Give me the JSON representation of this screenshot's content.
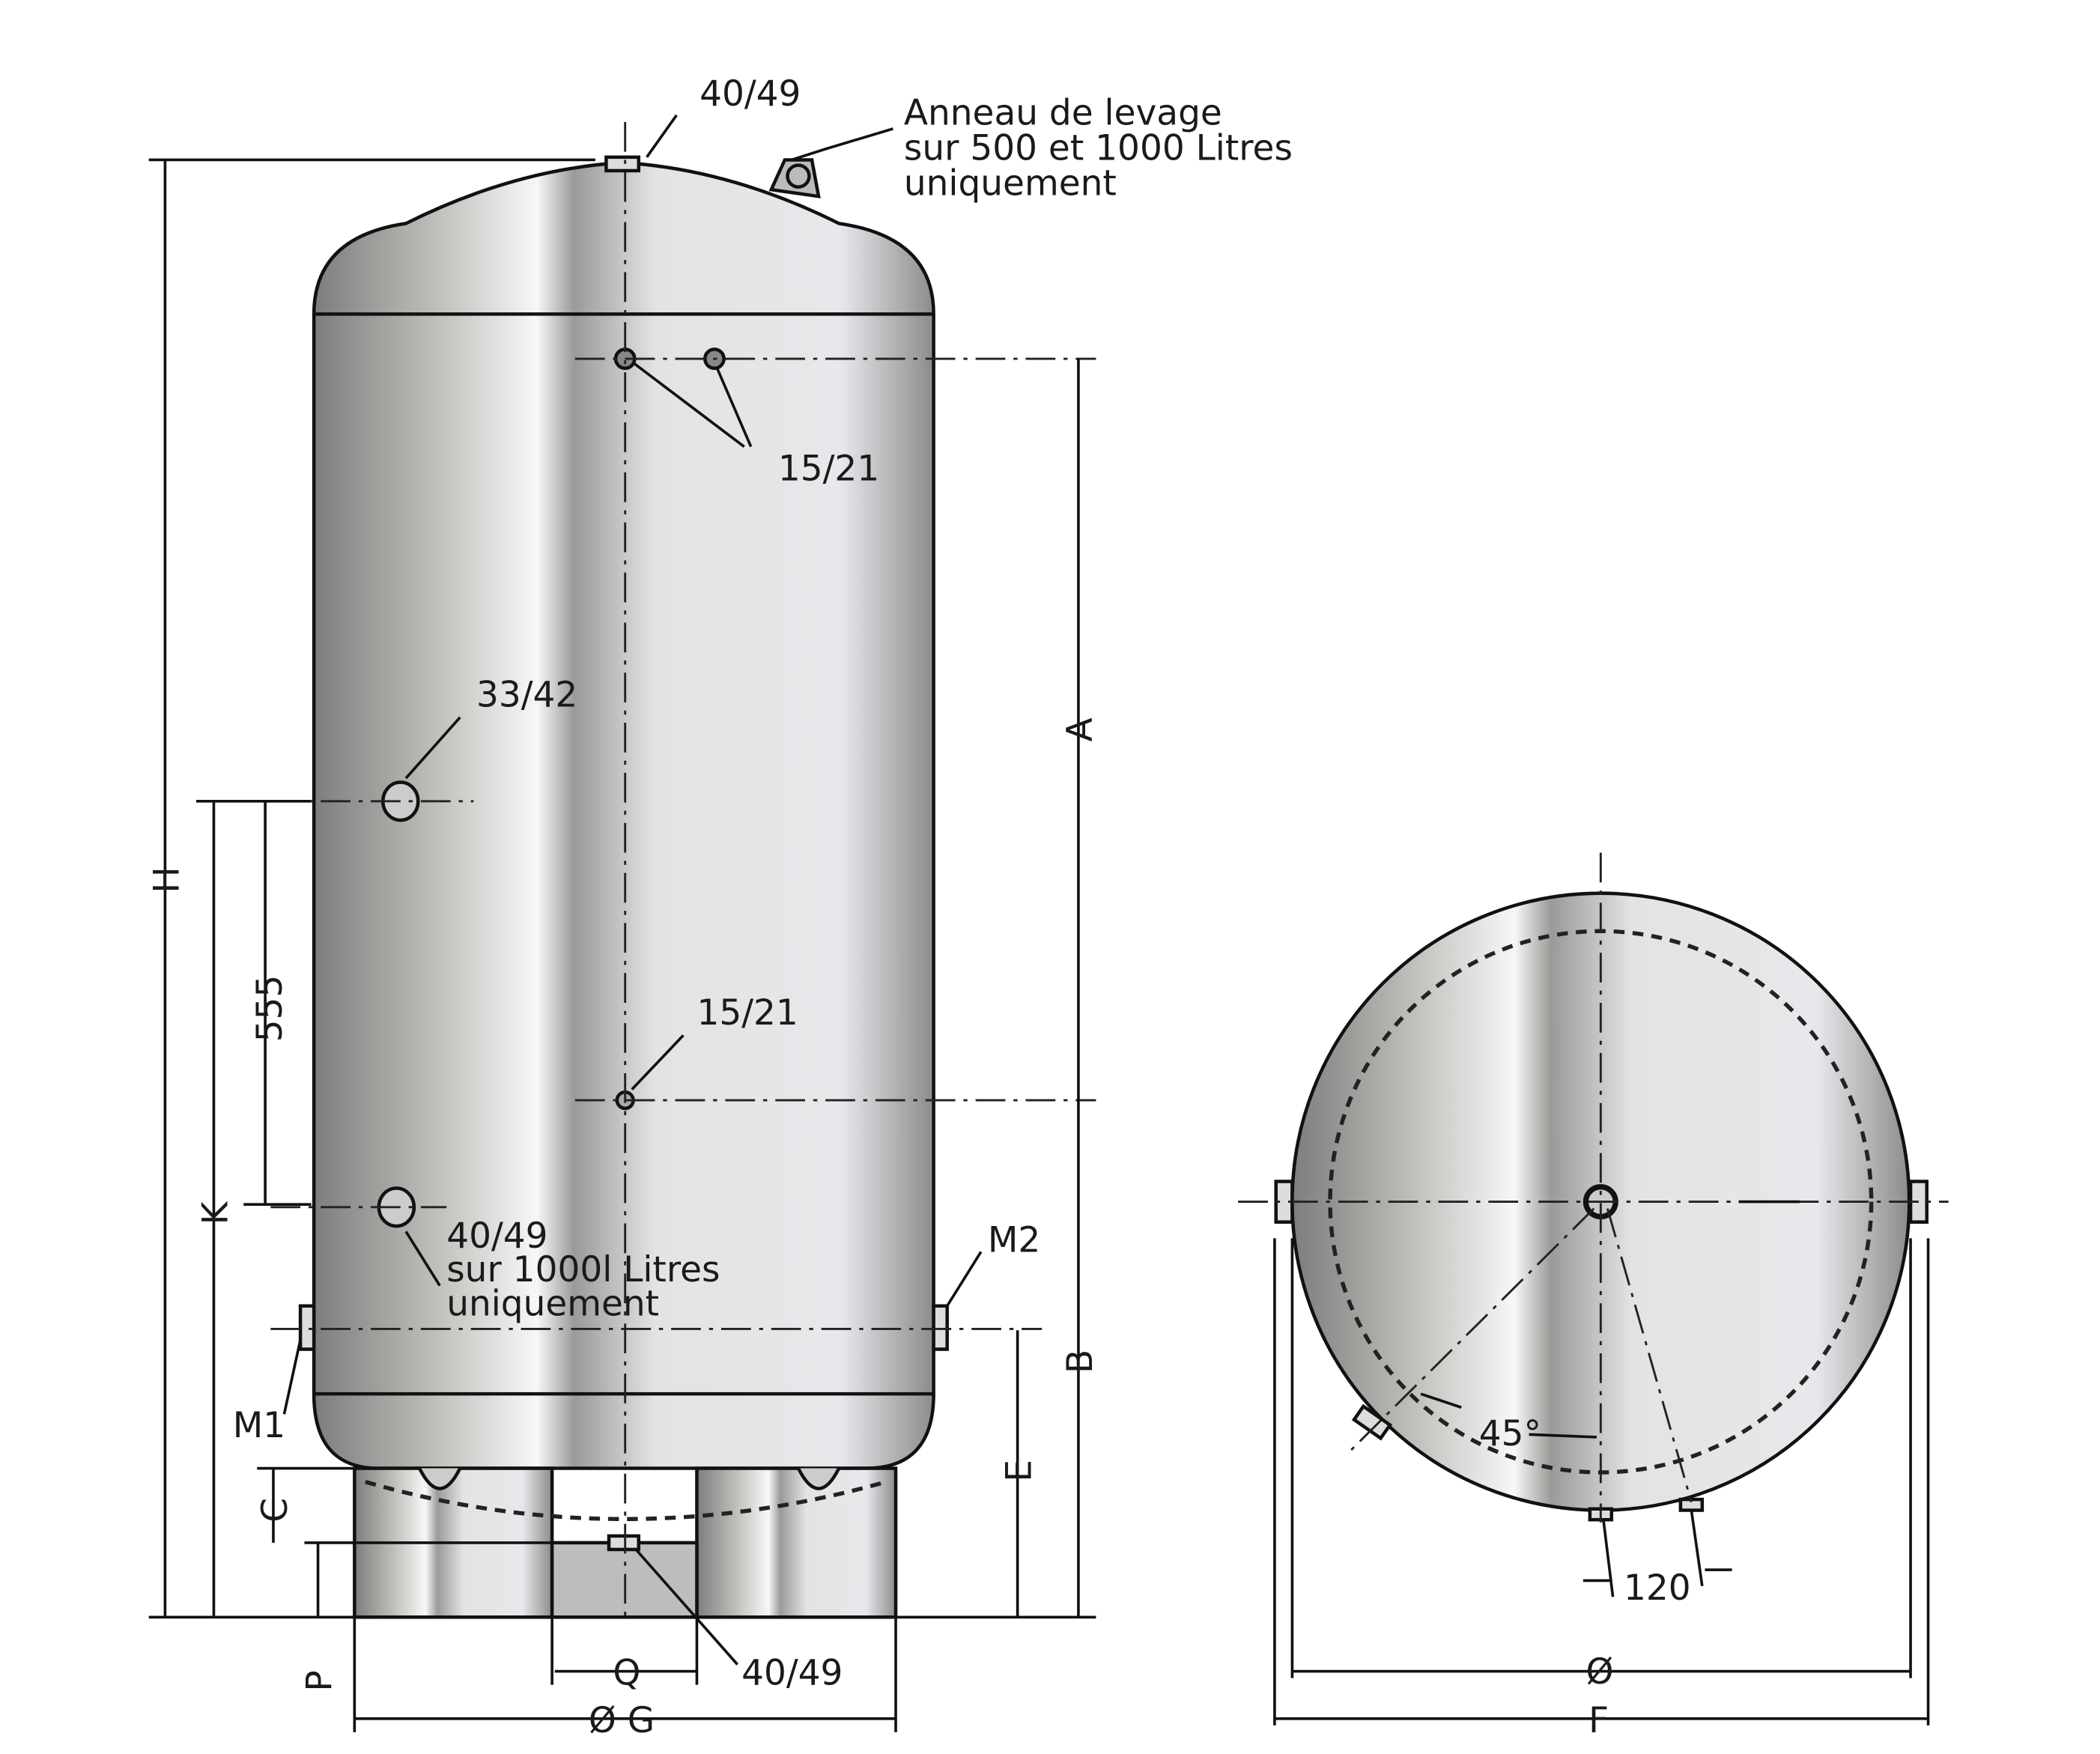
{
  "colors": {
    "line": "#111111",
    "metal_dark": "#8a8a8a",
    "metal_light": "#f4f4f4",
    "background": "#ffffff"
  },
  "front_view": {
    "top_connection": "40/49",
    "lifting_ring_note": [
      "Anneau de levage",
      "sur 500 et 1000 Litres",
      "uniquement"
    ],
    "upper_connections": "15/21",
    "side_connection": "33/42",
    "middle_connection": "15/21",
    "lower_connection": "40/49",
    "lower_connection_note": [
      "sur 1000l Litres",
      "uniquement"
    ],
    "m1": "M1",
    "m2": "M2",
    "bottom_connection": "40/49"
  },
  "dimensions": {
    "H": "H",
    "K": "K",
    "d555": "555",
    "C": "C",
    "P": "P",
    "A": "A",
    "B": "B",
    "E": "E",
    "Q": "Q",
    "G": "Ø G"
  },
  "top_view": {
    "angle": "45°",
    "spacing": "120",
    "diameter": "Ø",
    "F": "F"
  }
}
